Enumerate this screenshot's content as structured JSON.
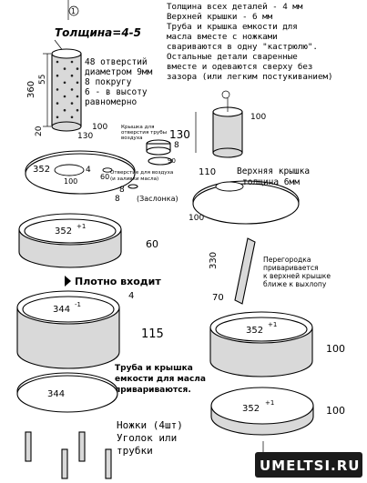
{
  "notes": {
    "top_block": [
      "Толщина всех деталей - 4 мм",
      "Верхней крышки - 6 мм",
      "Труба и крышка емкости для",
      "масла вместе с ножками",
      "свариваются в одну \"кастрюлю\".",
      "Остальные детали сваренные",
      "вместе и одеваются сверху без",
      "зазора (или легким постукиванием)"
    ],
    "thickness": "Толщина=4-5",
    "holes_block": [
      "48 отверстий",
      "диаметром 9мм",
      "8 покругу",
      "6 - в высоту",
      "равномерно"
    ],
    "air_tube_lid": [
      "Крышка для",
      "отверстия трубы",
      "воздуха"
    ],
    "air_hole": [
      "Отверстие для воздуха",
      "(и заливки масла)"
    ],
    "plug": "(Заслонка)",
    "top_lid": [
      "Верхняя крышка",
      "толщина 6мм"
    ],
    "partition": [
      "Перегородка",
      "приваривается",
      "к верхней крышке",
      "ближе к выхлопу"
    ],
    "tight_fit": "Плотно входит",
    "weld_note": [
      "Труба и крышка",
      "емкости для масла",
      "привариваются."
    ],
    "legs": [
      "Ножки (4шт)",
      "Уголок или",
      "трубки"
    ]
  },
  "dims": {
    "tube_h": "360",
    "tube_55": "55",
    "tube_20": "20",
    "tube_d": "100",
    "tube_w": "130",
    "lid1_d": "352",
    "lid1_a": "4",
    "lid1_hole": "100",
    "lid1_60": "60",
    "small_8a": "8",
    "small_8b": "8",
    "small_90": "90",
    "small_8c": "8",
    "ring1_d": "352",
    "ring1_sup": "+1",
    "ring1_h": "60",
    "ring2_d": "344",
    "ring2_sup": "-1",
    "ring2_h": "115",
    "ring2_4": "4",
    "base_d": "344",
    "chimney_h": "130",
    "chimney_d": "100",
    "top_lid_off": "110",
    "top_lid_d": "100",
    "part_330": "330",
    "part_70": "70",
    "ring3_d": "352",
    "ring3_sup": "+1",
    "ring3_h": "100",
    "bottom_d": "352",
    "bottom_sup": "+1",
    "hole_d9": "9",
    "circ1": "1"
  },
  "logo": "UMELTSI.RU"
}
